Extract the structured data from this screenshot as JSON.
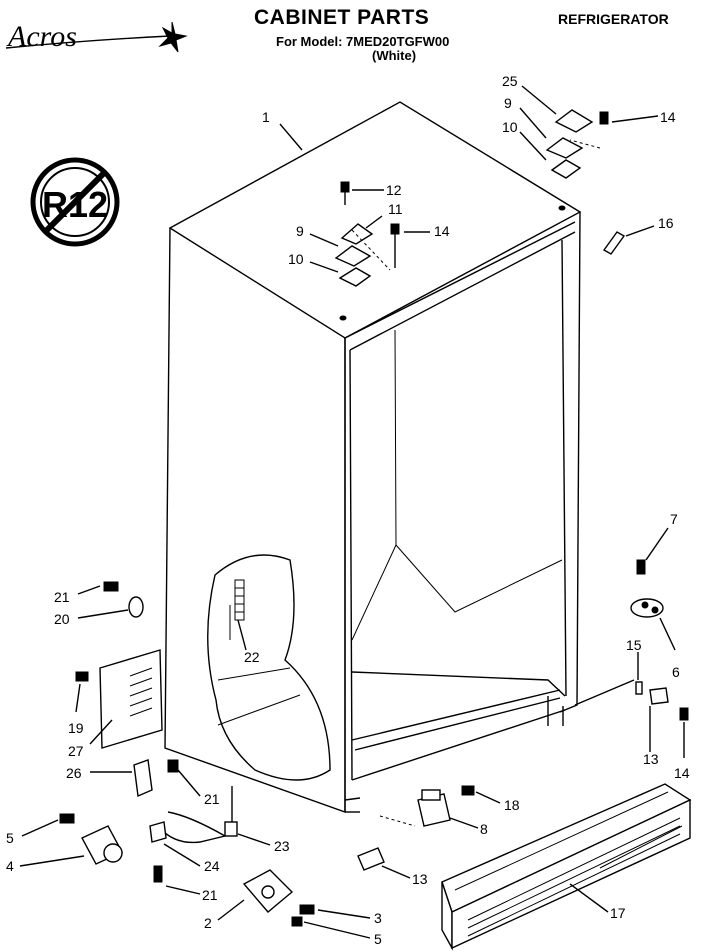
{
  "header": {
    "brand": "Acros",
    "title": "CABINET PARTS",
    "model_line": "For Model: 7MED20TGFW00",
    "variant": "(White)",
    "category": "REFRIGERATOR"
  },
  "badge": {
    "text": "R12"
  },
  "callouts": {
    "c1": "1",
    "c25": "25",
    "c9a": "9",
    "c10a": "10",
    "c14a": "14",
    "c12": "12",
    "c11": "11",
    "c9b": "9",
    "c14b": "14",
    "c10b": "10",
    "c16": "16",
    "c7": "7",
    "c21a": "21",
    "c20": "20",
    "c22": "22",
    "c6": "6",
    "c15": "15",
    "c19": "19",
    "c27": "27",
    "c13a": "13",
    "c14c": "14",
    "c26": "26",
    "c21b": "21",
    "c18": "18",
    "c8": "8",
    "c5a": "5",
    "c4": "4",
    "c23": "23",
    "c24": "24",
    "c13b": "13",
    "c21c": "21",
    "c17": "17",
    "c3": "3",
    "c2": "2",
    "c5b": "5"
  }
}
